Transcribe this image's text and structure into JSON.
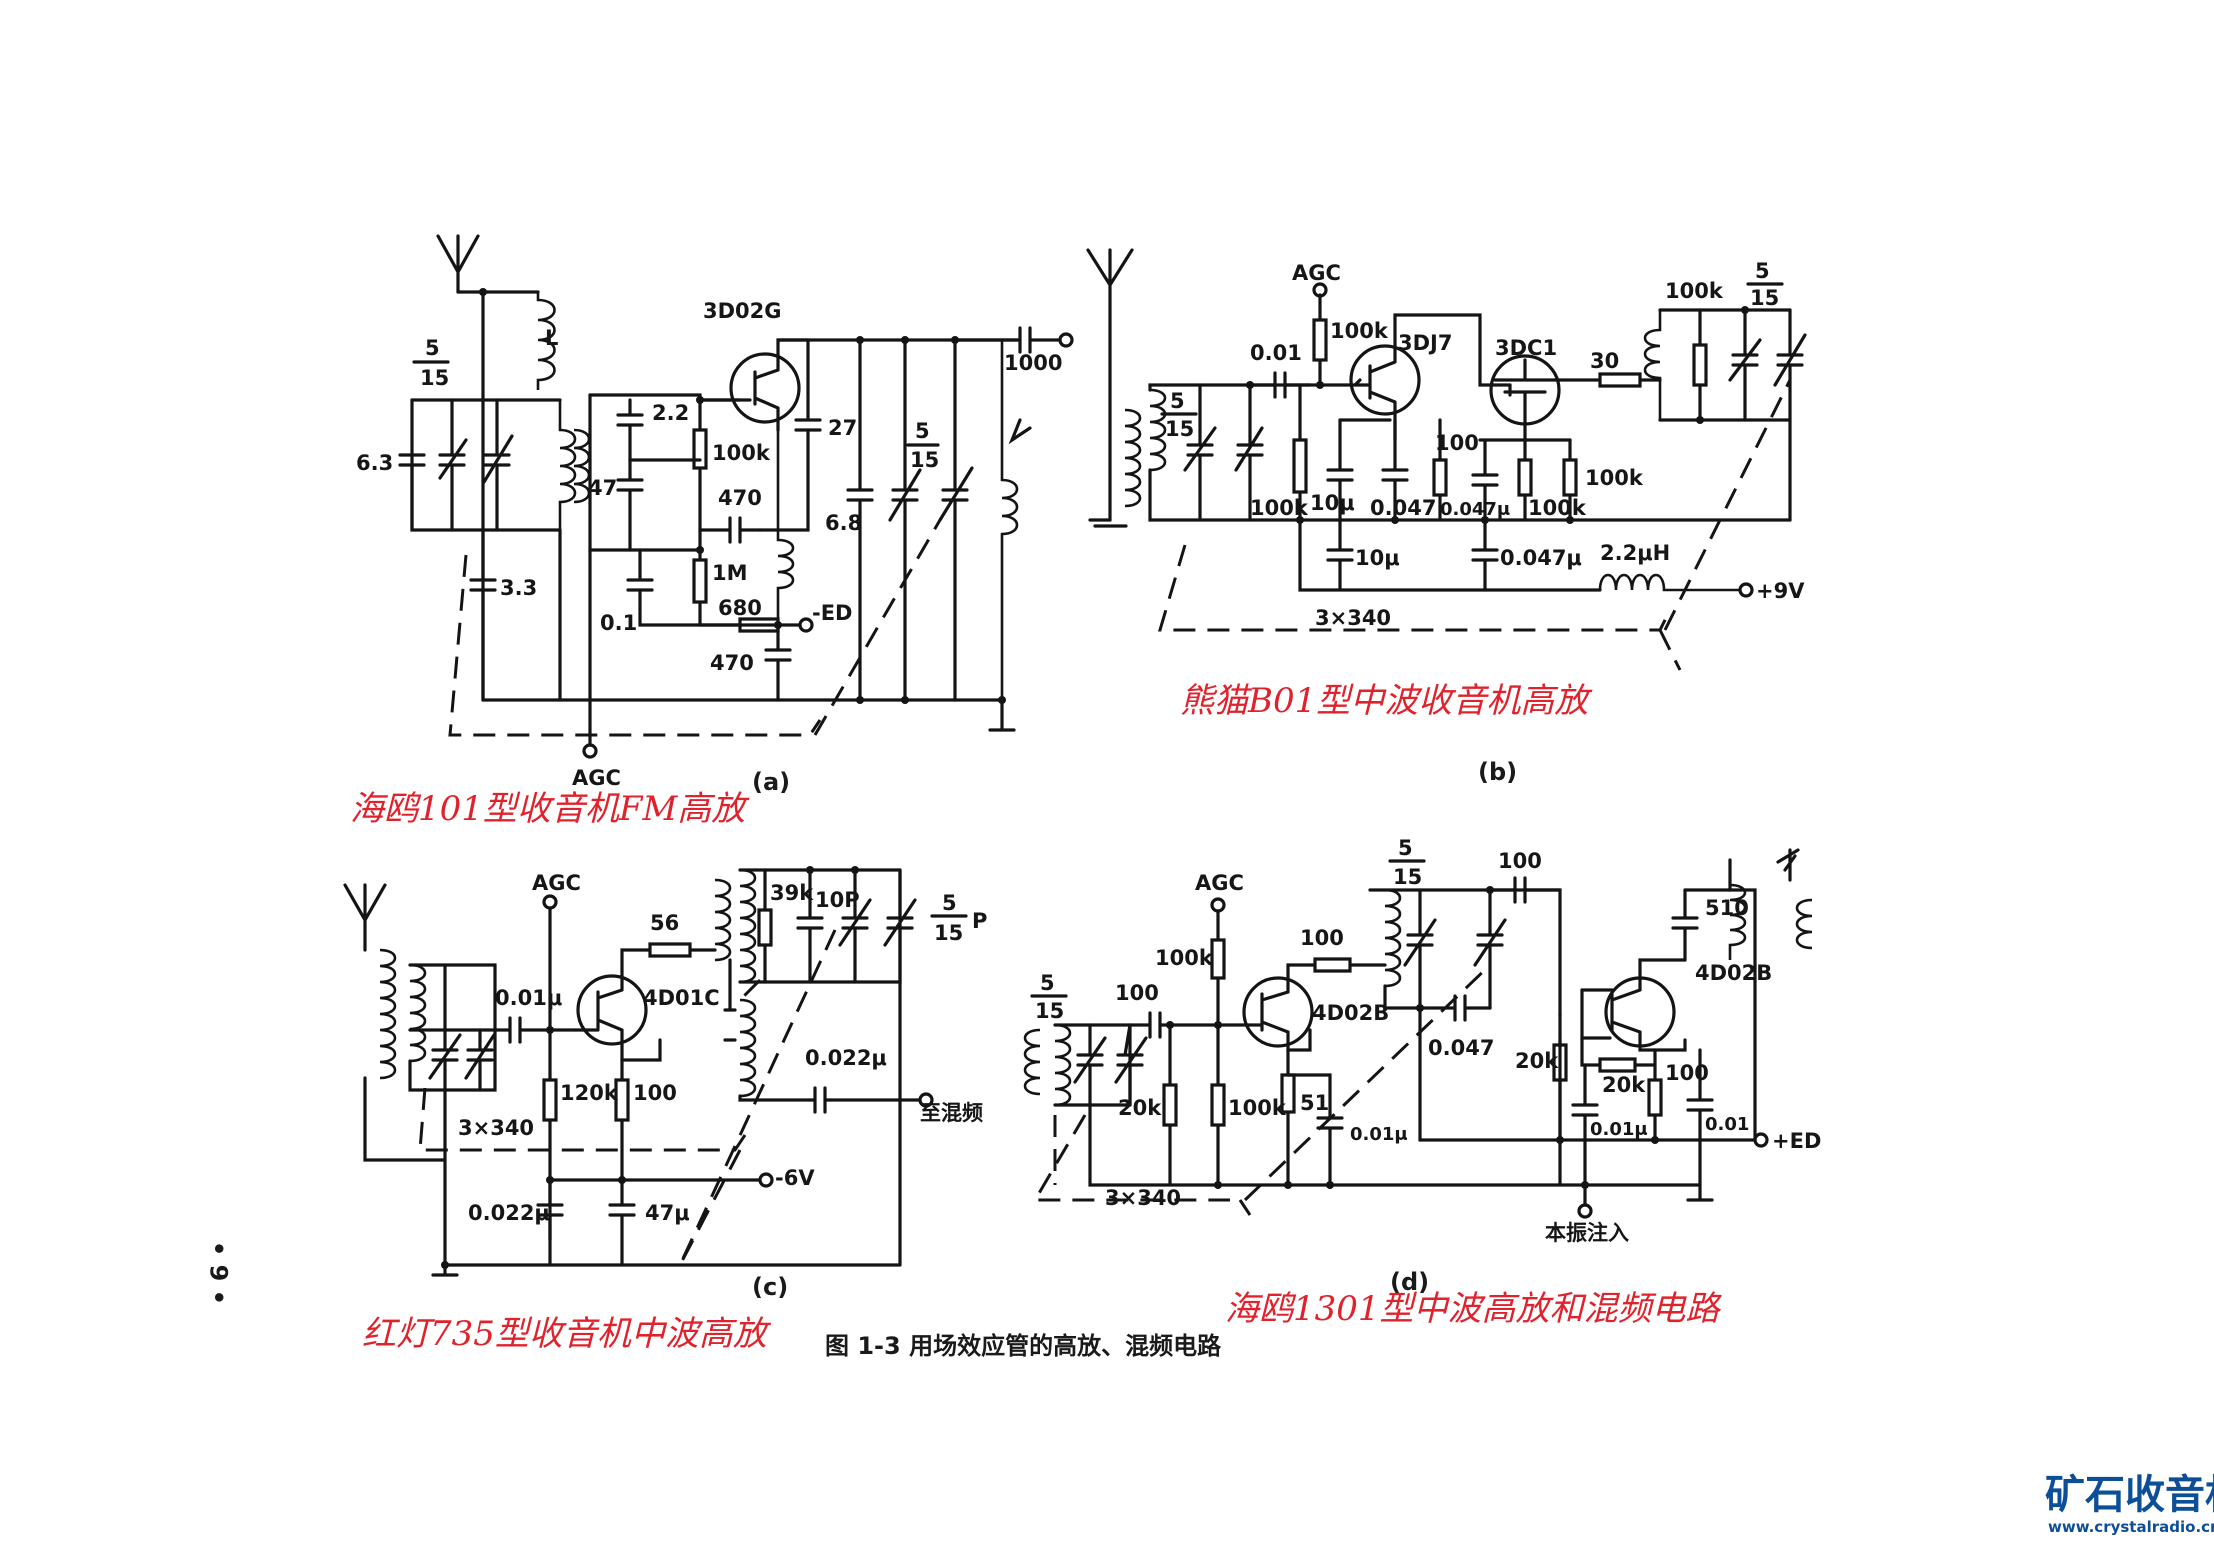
{
  "figure_caption": "图 1-3   用场效应管的高放、混频电路",
  "page_number": "• 6 •",
  "watermark": {
    "name": "矿石收音机",
    "url": "www.crystalradio.cn"
  },
  "circuits": {
    "a": {
      "label": "(a)",
      "annotation": "海鸥101型收音机FM高放",
      "transistor": "3D02G",
      "labels": {
        "inductor": "L",
        "frac_num": "5",
        "frac_den": "15",
        "c_63": "6.3",
        "c_33": "3.3",
        "c_22": "2.2",
        "c_47": "47",
        "r_100k": "100k",
        "c_27": "27",
        "c_470": "470",
        "c_68": "6.8",
        "r_1m": "1M",
        "c_01": "0.1",
        "r_680": "680",
        "supply": "-ED",
        "c_470b": "470",
        "c_1000": "1000",
        "agc": "AGC"
      }
    },
    "b": {
      "label": "(b)",
      "annotation": "熊猫B01型中波收音机高放",
      "transistors": [
        "3DJ7",
        "3DC1"
      ],
      "labels": {
        "agc": "AGC",
        "c_001": "0.01",
        "r_100k_top": "100k",
        "frac_num": "5",
        "frac_den": "15",
        "r_100k_left": "100k",
        "c_10u": "10μ",
        "c_0047": "0.047",
        "r_100": "100",
        "c_0047b": "0.047μ",
        "r_100k_mid": "100k",
        "r_100k_right": "100k",
        "r_30": "30",
        "r_100k_out": "100k",
        "out_num": "5",
        "out_den": "15",
        "c_10u_b": "10μ",
        "c_0047c": "0.047μ",
        "l_22": "2.2μH",
        "supply": "+9V",
        "gang": "3×340"
      }
    },
    "c": {
      "label": "(c)",
      "annotation": "红灯735型收音机中波高放",
      "transistor": "4D01C",
      "labels": {
        "agc": "AGC",
        "r_56": "56",
        "c_001u": "0.01μ",
        "r_39k": "39k",
        "c_10p": "10P",
        "frac_num": "5",
        "frac_den": "15",
        "frac_unit": "P",
        "c_0022u": "0.022μ",
        "to_mixer": "至混频",
        "r_120k": "120k",
        "r_100": "100",
        "gang": "3×340",
        "supply": "-6V",
        "c_0022u_b": "0.022μ",
        "c_47u": "47μ"
      }
    },
    "d": {
      "label": "(d)",
      "annotation": "海鸥1301型中波高放和混频电路",
      "transistors": [
        "4D02B",
        "4D02B"
      ],
      "labels": {
        "agc": "AGC",
        "r_100k_top": "100k",
        "frac_num": "5",
        "frac_den": "15",
        "c_100": "100",
        "r_20k": "20k",
        "r_100k": "100k",
        "r_51": "51",
        "c_001u": "0.01μ",
        "r_100_mid": "100",
        "top_num": "5",
        "top_den": "15",
        "c_100_top": "100",
        "c_0047": "0.047",
        "r_510": "510",
        "r_20k_b": "20k",
        "r_20k_c": "20k",
        "r_100_b": "100",
        "c_001u_b": "0.01μ",
        "c_001": "0.01",
        "supply": "+ED",
        "osc_inject": "本振注入",
        "gang": "3×340"
      }
    }
  }
}
